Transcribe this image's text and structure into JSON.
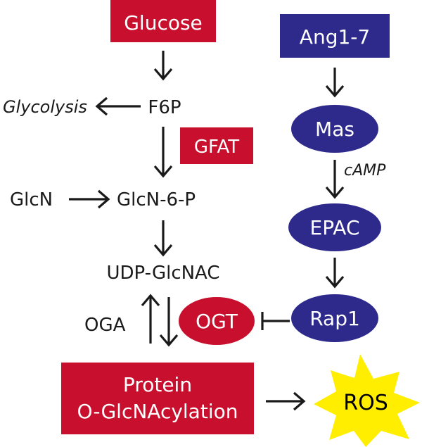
{
  "nodes": {
    "glucose": "Glucose",
    "ang17": "Ang1-7",
    "glycolysis": "Glycolysis",
    "f6p": "F6P",
    "gfat": "GFAT",
    "mas": "Mas",
    "camp": "cAMP",
    "glcn": "GlcN",
    "glcn6p": "GlcN-6-P",
    "epac": "EPAC",
    "udp": "UDP-GlcNAC",
    "oga": "OGA",
    "ogt": "OGT",
    "rap1": "Rap1",
    "protein_line1": "Protein",
    "protein_line2": "O-GlcNAcylation",
    "ros": "ROS"
  },
  "colors": {
    "red": "#c8102e",
    "blue": "#2e2a8c",
    "yellow": "#ffee00",
    "ink": "#1a1a1a"
  }
}
